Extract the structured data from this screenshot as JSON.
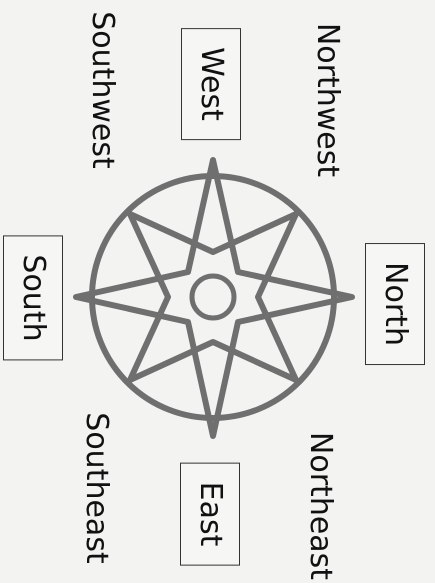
{
  "labels": {
    "north": "North",
    "south": "South",
    "east": "East",
    "west": "West",
    "northwest": "Northwest",
    "northeast": "Northeast",
    "southwest": "Southwest",
    "southeast": "Southeast"
  },
  "icons": {
    "compass": "compass-rose-icon"
  },
  "colors": {
    "compass_stroke": "#6f6f6f",
    "text": "#111111"
  }
}
